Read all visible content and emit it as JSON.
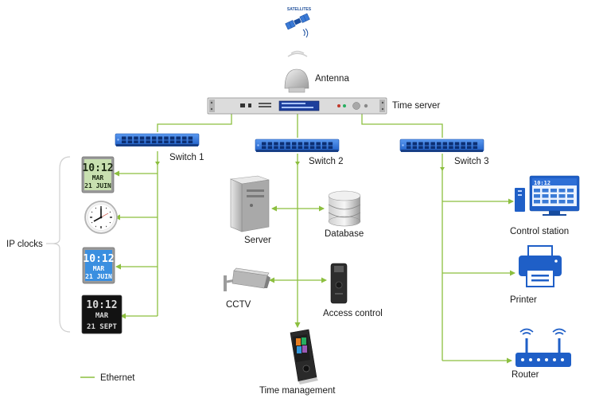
{
  "labels": {
    "satellites": "SATELLITES",
    "antenna": "Antenna",
    "time_server": "Time server",
    "switch1": "Switch 1",
    "switch2": "Switch 2",
    "switch3": "Switch 3",
    "ip_clocks": "IP clocks",
    "server": "Server",
    "database": "Database",
    "cctv": "CCTV",
    "access_control": "Access control",
    "time_management": "Time management",
    "control_station": "Control station",
    "printer": "Printer",
    "router": "Router",
    "legend_ethernet": "Ethernet"
  },
  "clocks": [
    {
      "time": "10:12",
      "month": "MAR",
      "date": "21 JUIN",
      "style": "green-lcd"
    },
    {
      "time": "",
      "month": "",
      "date": "",
      "style": "analog"
    },
    {
      "time": "10:12",
      "month": "MAR",
      "date": "21 JUIN",
      "style": "blue-lcd"
    },
    {
      "time": "10:12",
      "month": "MAR",
      "date": "21 SEPT",
      "style": "black-led"
    }
  ],
  "control_station_time": "10:12",
  "colors": {
    "ethernet": "#8cbf3f",
    "switch_blue": "#2e6fd6",
    "label_text": "#1a1a1a"
  }
}
